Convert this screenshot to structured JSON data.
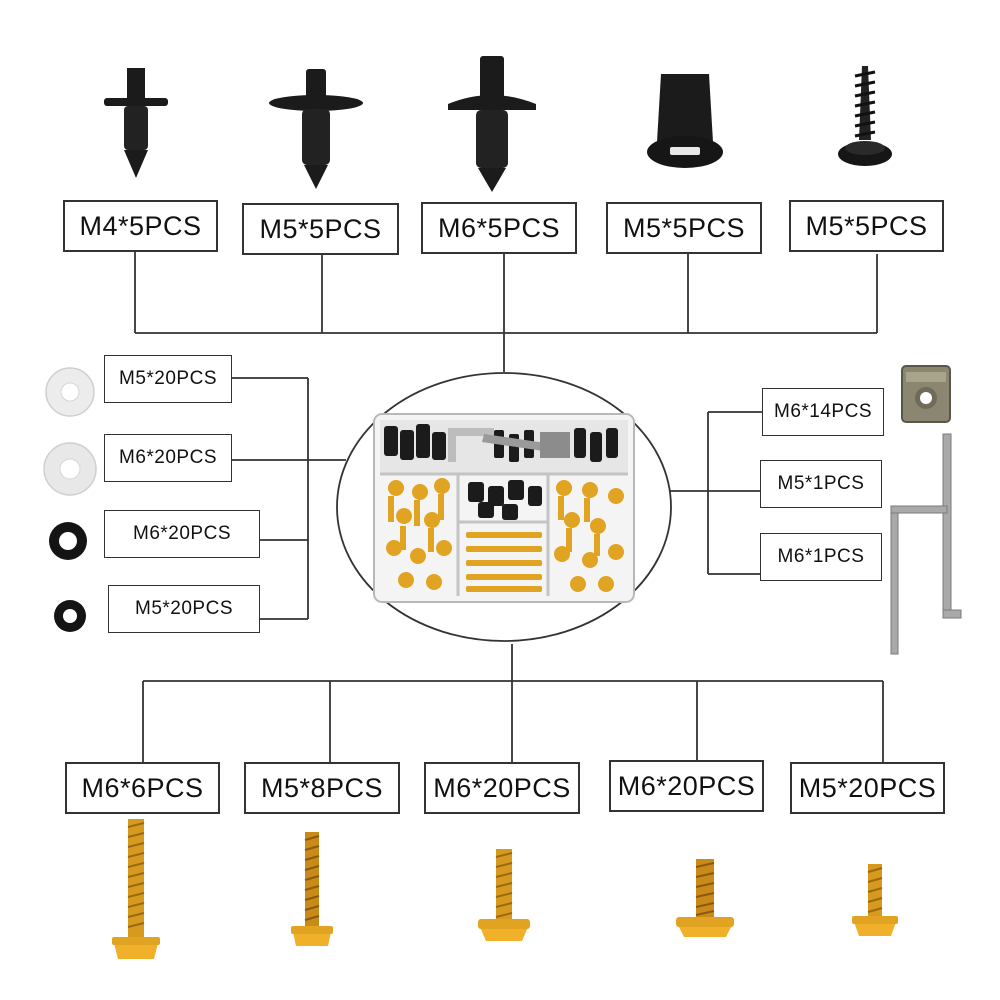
{
  "top_labels": [
    "M4*5PCS",
    "M5*5PCS",
    "M6*5PCS",
    "M5*5PCS",
    "M5*5PCS"
  ],
  "left_labels": [
    "M5*20PCS",
    "M6*20PCS",
    "M6*20PCS",
    "M5*20PCS"
  ],
  "right_labels": [
    "M6*14PCS",
    "M5*1PCS",
    "M6*1PCS"
  ],
  "bottom_labels": [
    "M6*6PCS",
    "M5*8PCS",
    "M6*20PCS",
    "M6*20PCS",
    "M5*20PCS"
  ],
  "colors": {
    "gold": "#e0a422",
    "black_part": "#1b1b1b",
    "line": "#333333"
  },
  "icons": {
    "top": [
      "push-rivet-m4-icon",
      "push-rivet-m5-icon",
      "push-rivet-m6-icon",
      "rubber-well-nut-icon",
      "self-tapping-screw-icon"
    ],
    "left": [
      "white-washer-m5-icon",
      "white-washer-m6-icon",
      "black-rubber-washer-m6-icon",
      "black-rubber-washer-m5-icon"
    ],
    "right": [
      "speed-clip-nut-icon",
      "hex-key-icon"
    ],
    "bottom": [
      "gold-bolt-m6-long-icon",
      "gold-bolt-m5-icon",
      "gold-bolt-m6-icon",
      "gold-bolt-m6-flange-icon",
      "gold-bolt-m5-short-icon"
    ]
  }
}
